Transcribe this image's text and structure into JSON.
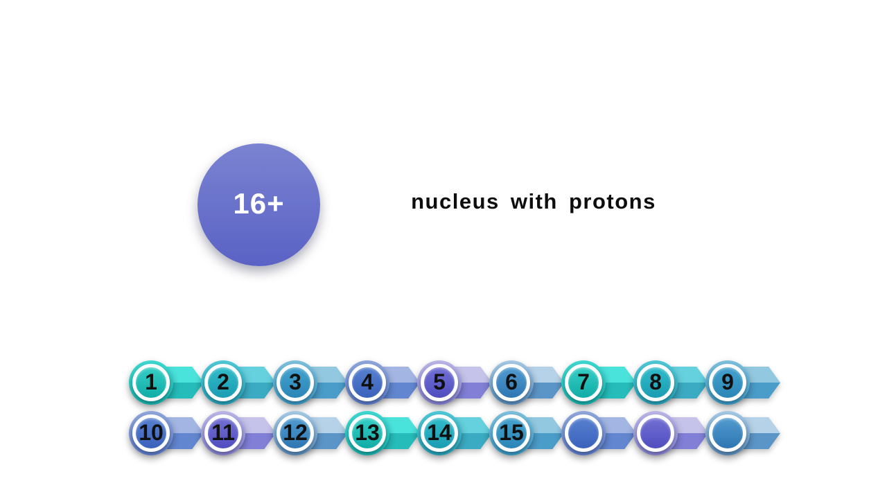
{
  "nucleus": {
    "label": "16+",
    "caption": "nucleus with protons",
    "top_color": "#7A83D1",
    "bottom_color": "#5A62C5",
    "text_color": "#ffffff"
  },
  "variants": {
    "turquoise": {
      "ring_top": "#3ED8D0",
      "ring_bottom": "#17B6B1",
      "inner_top": "#35CEC5",
      "inner_bottom": "#10ACA6",
      "arrow_light": "#4AE3DC",
      "arrow_dark": "#25BCB9"
    },
    "cyan": {
      "ring_top": "#4FC8D6",
      "ring_bottom": "#26A6BE",
      "inner_top": "#30BCCA",
      "inner_bottom": "#1B9CB2",
      "arrow_light": "#65D1DE",
      "arrow_dark": "#3AABC2"
    },
    "steel": {
      "ring_top": "#7EC0DC",
      "ring_bottom": "#3A9CCA",
      "inner_top": "#44A2CD",
      "inner_bottom": "#2A86B7",
      "arrow_light": "#92C9E1",
      "arrow_dark": "#4A9CC9"
    },
    "royal": {
      "ring_top": "#8FA6DB",
      "ring_bottom": "#5C7ECF",
      "inner_top": "#5780CF",
      "inner_bottom": "#3A62BC",
      "arrow_light": "#A3B6E3",
      "arrow_dark": "#6286D0"
    },
    "purple": {
      "ring_top": "#B9B5E6",
      "ring_bottom": "#8683D8",
      "inner_top": "#7270D2",
      "inner_bottom": "#504EC0",
      "arrow_light": "#C6C3EB",
      "arrow_dark": "#817FD6"
    },
    "blue": {
      "ring_top": "#A5C9E4",
      "ring_bottom": "#5890C2",
      "inner_top": "#519BCF",
      "inner_bottom": "#2E76B2",
      "arrow_light": "#B5D2E9",
      "arrow_dark": "#5B95C7"
    }
  },
  "rows": [
    {
      "items": [
        {
          "label": "1",
          "variant": "turquoise"
        },
        {
          "label": "2",
          "variant": "cyan"
        },
        {
          "label": "3",
          "variant": "steel"
        },
        {
          "label": "4",
          "variant": "royal"
        },
        {
          "label": "5",
          "variant": "purple"
        },
        {
          "label": "6",
          "variant": "blue"
        },
        {
          "label": "7",
          "variant": "turquoise"
        },
        {
          "label": "8",
          "variant": "cyan"
        },
        {
          "label": "9",
          "variant": "steel"
        }
      ]
    },
    {
      "items": [
        {
          "label": "10",
          "variant": "royal"
        },
        {
          "label": "11",
          "variant": "purple"
        },
        {
          "label": "12",
          "variant": "blue"
        },
        {
          "label": "13",
          "variant": "turquoise"
        },
        {
          "label": "14",
          "variant": "cyan"
        },
        {
          "label": "15",
          "variant": "steel"
        },
        {
          "label": "",
          "variant": "royal"
        },
        {
          "label": "",
          "variant": "purple"
        },
        {
          "label": "",
          "variant": "blue"
        }
      ]
    }
  ]
}
